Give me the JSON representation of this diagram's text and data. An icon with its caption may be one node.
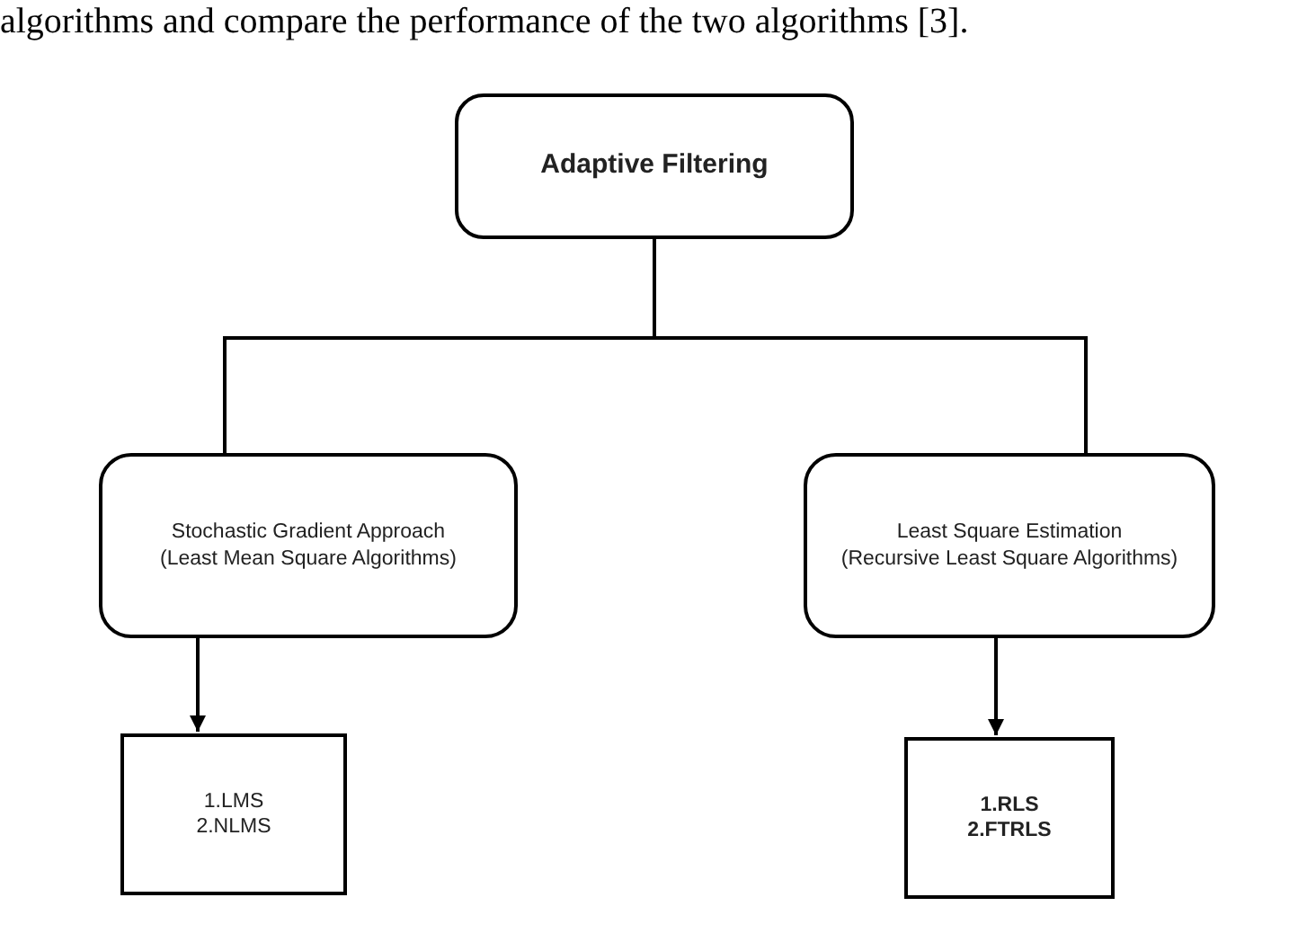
{
  "diagram": {
    "nodes": [
      {
        "text": [
          "Adaptive Filtering"
        ]
      },
      {
        "text": [
          "Stochastic Gradient Approach",
          "(Least Mean Square Algorithms)"
        ]
      },
      {
        "text": [
          "Least Square Estimation",
          "(Recursive Least Square Algorithms)"
        ]
      },
      {
        "text": [
          "1.LMS",
          "2.NLMS"
        ]
      },
      {
        "text": [
          "1.RLS",
          "2.FTRLS"
        ]
      }
    ],
    "edges": [
      {
        "from": 0,
        "to": 1,
        "arrow": "none"
      },
      {
        "from": 0,
        "to": 2,
        "arrow": "none"
      },
      {
        "from": 1,
        "to": 3,
        "arrow": "to"
      },
      {
        "from": 2,
        "to": 4,
        "arrow": "to"
      }
    ],
    "labels": [
      "algorithms and compare the performance of the two algorithms [3]."
    ]
  }
}
